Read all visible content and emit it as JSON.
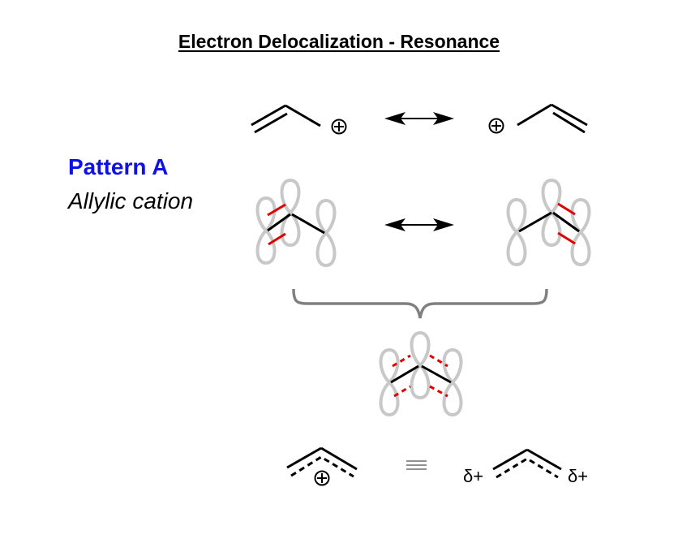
{
  "title": "Electron Delocalization - Resonance",
  "pattern_label": "Pattern A",
  "pattern_subtitle": "Allylic cation",
  "charge_plus": "+",
  "delta_plus_left": "δ+",
  "delta_plus_right": "δ+",
  "colors": {
    "pattern_label": "#1010e8",
    "pi_bond": "#e00000",
    "orbital": "#c8c8c8",
    "brace": "#808080",
    "bond": "#000000"
  },
  "icons": {
    "resonance_arrow": "double-headed-arrow",
    "equivalence": "identical-to-symbol",
    "brace": "curly-brace-down"
  }
}
